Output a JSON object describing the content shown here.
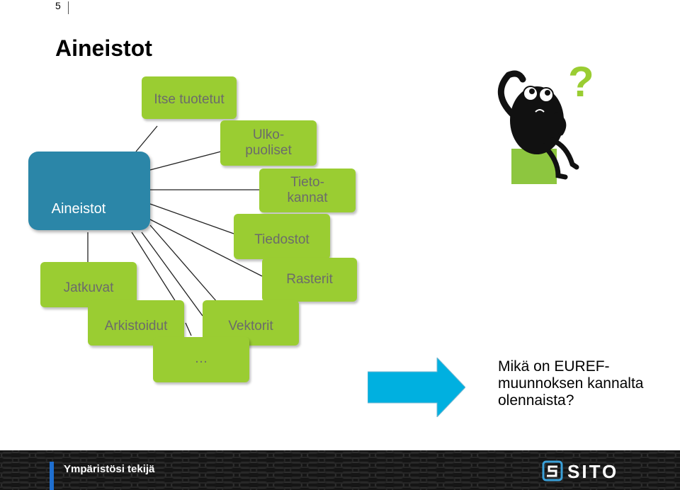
{
  "page": {
    "number": "5",
    "title": "Aineistot"
  },
  "diagram": {
    "hub_label": "Aineistot",
    "nodes": [
      {
        "id": "itse",
        "label": "Itse tuotetut"
      },
      {
        "id": "ulko",
        "label_line1": "Ulko-",
        "label_line2": "puoliset"
      },
      {
        "id": "tieto",
        "label_line1": "Tieto-",
        "label_line2": "kannat"
      },
      {
        "id": "tiedostot",
        "label": "Tiedostot"
      },
      {
        "id": "rasterit",
        "label": "Rasterit"
      },
      {
        "id": "jatkuvat",
        "label": "Jatkuvat"
      },
      {
        "id": "arkistoidut",
        "label": "Arkistoidut"
      },
      {
        "id": "vektorit",
        "label": "Vektorit"
      },
      {
        "id": "more",
        "label": "…"
      }
    ],
    "colors": {
      "node": "#9acd32",
      "hub": "#2b86a8",
      "arrow": "#00b0e0"
    }
  },
  "question": {
    "line1": "Mikä on EUREF-",
    "line2": "muunnoksen kannalta",
    "line3": "olennaista?"
  },
  "footer": {
    "label": "Ympäristösi tekijä",
    "logo_text": "SITO"
  }
}
